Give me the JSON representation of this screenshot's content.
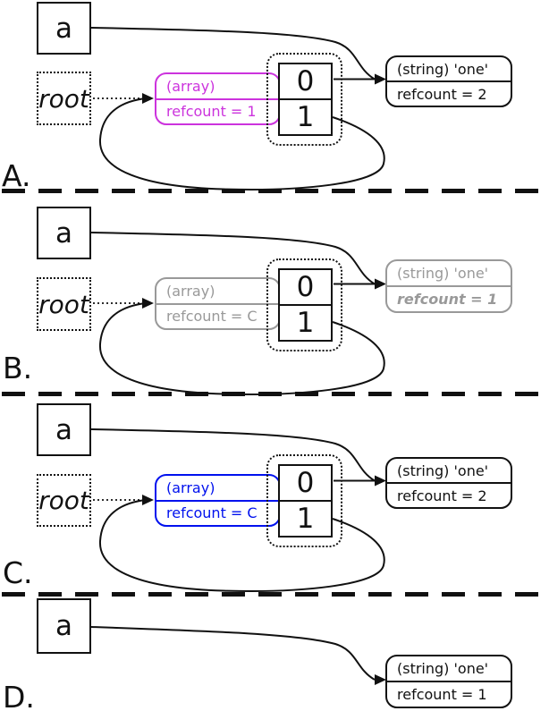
{
  "colors": {
    "array_highlight_a": "#cc33dd",
    "array_highlight_c": "#0011ee",
    "faded_gray": "#999999",
    "line_black": "#111111"
  },
  "panels": [
    {
      "label": "A.",
      "var_a": "a",
      "root_label": "root",
      "array": {
        "title": "(array)",
        "refcount": "refcount = 1"
      },
      "cells": [
        "0",
        "1"
      ],
      "string": {
        "title": "(string) 'one'",
        "refcount": "refcount = 2"
      }
    },
    {
      "label": "B.",
      "var_a": "a",
      "root_label": "root",
      "array": {
        "title": "(array)",
        "refcount": "refcount = C"
      },
      "cells": [
        "0",
        "1"
      ],
      "string": {
        "title": "(string) 'one'",
        "refcount": "refcount = 1"
      }
    },
    {
      "label": "C.",
      "var_a": "a",
      "root_label": "root",
      "array": {
        "title": "(array)",
        "refcount": "refcount = C"
      },
      "cells": [
        "0",
        "1"
      ],
      "string": {
        "title": "(string) 'one'",
        "refcount": "refcount = 2"
      }
    },
    {
      "label": "D.",
      "var_a": "a",
      "string": {
        "title": "(string) 'one'",
        "refcount": "refcount = 1"
      }
    }
  ]
}
